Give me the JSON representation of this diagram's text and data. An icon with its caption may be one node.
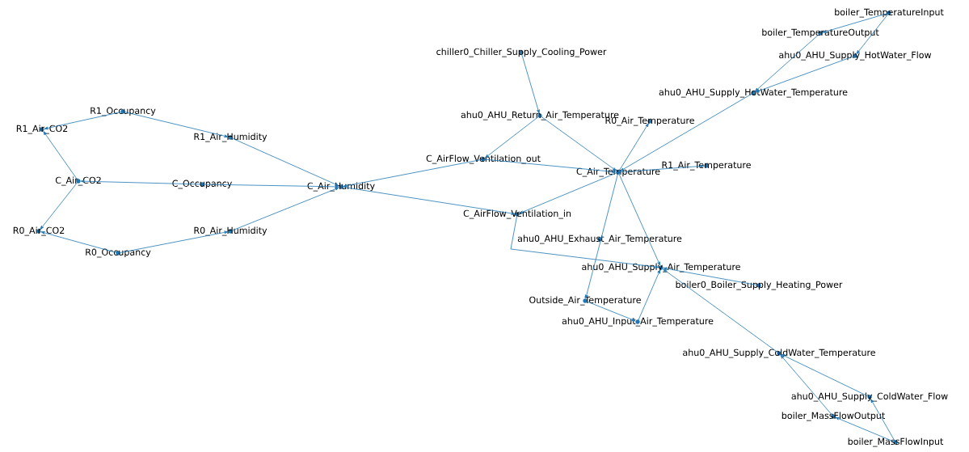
{
  "diagram": {
    "nodes": [
      {
        "text": [
          "R1_Occupancy"
        ]
      },
      {
        "text": [
          "R1_Air_CO2"
        ]
      },
      {
        "text": [
          "R1_Air_Humidity"
        ]
      },
      {
        "text": [
          "C_Air_CO2"
        ]
      },
      {
        "text": [
          "C_Occupancy"
        ]
      },
      {
        "text": [
          "C_Air_Humidity"
        ]
      },
      {
        "text": [
          "R0_Air_CO2"
        ]
      },
      {
        "text": [
          "R0_Air_Humidity"
        ]
      },
      {
        "text": [
          "R0_Occupancy"
        ]
      },
      {
        "text": [
          "chiller0_Chiller_Supply_Cooling_Power"
        ]
      },
      {
        "text": [
          "ahu0_AHU_Return_Air_Temperature"
        ]
      },
      {
        "text": [
          "R0_Air_Temperature"
        ]
      },
      {
        "text": [
          "C_AirFlow_Ventilation_out"
        ]
      },
      {
        "text": [
          "C_Air_Temperature"
        ]
      },
      {
        "text": [
          "R1_Air_Temperature"
        ]
      },
      {
        "text": [
          "C_AirFlow_Ventilation_in"
        ]
      },
      {
        "text": [
          "ahu0_AHU_Exhaust_Air_Temperature"
        ]
      },
      {
        "text": [
          "ahu0_AHU_Supply_Air_Temperature"
        ]
      },
      {
        "text": [
          "boiler0_Boiler_Supply_Heating_Power"
        ]
      },
      {
        "text": [
          "Outside_Air_Temperature"
        ]
      },
      {
        "text": [
          "ahu0_AHU_Input_Air_Temperature"
        ]
      },
      {
        "text": [
          "ahu0_AHU_Supply_ColdWater_Temperature"
        ]
      },
      {
        "text": [
          "ahu0_AHU_Supply_ColdWater_Flow"
        ]
      },
      {
        "text": [
          "boiler_MassFlowOutput"
        ]
      },
      {
        "text": [
          "boiler_MassFlowInput"
        ]
      },
      {
        "text": [
          "boiler_TemperatureInput"
        ]
      },
      {
        "text": [
          "boiler_TemperatureOutput"
        ]
      },
      {
        "text": [
          "ahu0_AHU_Supply_HotWater_Flow"
        ]
      },
      {
        "text": [
          "ahu0_AHU_Supply_HotWater_Temperature"
        ]
      }
    ],
    "edges": [
      {
        "from": 0,
        "to": 1,
        "arrow": "to"
      },
      {
        "from": 0,
        "to": 2,
        "arrow": "to"
      },
      {
        "from": 2,
        "to": 5,
        "arrow": "to"
      },
      {
        "from": 3,
        "to": 1,
        "arrow": "to"
      },
      {
        "from": 3,
        "to": 6,
        "arrow": "to"
      },
      {
        "from": 4,
        "to": 3,
        "arrow": "to"
      },
      {
        "from": 4,
        "to": 5,
        "arrow": "to"
      },
      {
        "from": 8,
        "to": 6,
        "arrow": "to"
      },
      {
        "from": 8,
        "to": 7,
        "arrow": "to"
      },
      {
        "from": 7,
        "to": 5,
        "arrow": "to"
      },
      {
        "from": 12,
        "to": 5,
        "arrow": "to"
      },
      {
        "from": 12,
        "to": 13,
        "arrow": "to"
      },
      {
        "from": 10,
        "to": 12,
        "arrow": "to"
      },
      {
        "from": 9,
        "to": 10,
        "arrow": "to"
      },
      {
        "from": 10,
        "to": 13,
        "arrow": "to"
      },
      {
        "from": 13,
        "to": 11,
        "arrow": "to"
      },
      {
        "from": 13,
        "to": 14,
        "arrow": "to"
      },
      {
        "from": 28,
        "to": 13,
        "arrow": "to"
      },
      {
        "from": 13,
        "to": 15,
        "arrow": "to"
      },
      {
        "from": 5,
        "to": 15,
        "arrow": "to"
      },
      {
        "from": 15,
        "to": 17,
        "arrow": "to"
      },
      {
        "from": 13,
        "to": 19,
        "arrow": "to"
      },
      {
        "from": 13,
        "to": 17,
        "arrow": "to"
      },
      {
        "from": 18,
        "to": 17,
        "arrow": "to"
      },
      {
        "from": 19,
        "to": 20,
        "arrow": "to"
      },
      {
        "from": 20,
        "to": 17,
        "arrow": "to"
      },
      {
        "from": 21,
        "to": 17,
        "arrow": "to"
      },
      {
        "from": 22,
        "to": 21,
        "arrow": "to"
      },
      {
        "from": 23,
        "to": 21,
        "arrow": "to"
      },
      {
        "from": 24,
        "to": 23,
        "arrow": "to"
      },
      {
        "from": 24,
        "to": 22,
        "arrow": "to"
      },
      {
        "from": 25,
        "to": 26,
        "arrow": "to"
      },
      {
        "from": 25,
        "to": 27,
        "arrow": "to"
      },
      {
        "from": 26,
        "to": 28,
        "arrow": "to"
      },
      {
        "from": 27,
        "to": 28,
        "arrow": "to"
      }
    ]
  }
}
